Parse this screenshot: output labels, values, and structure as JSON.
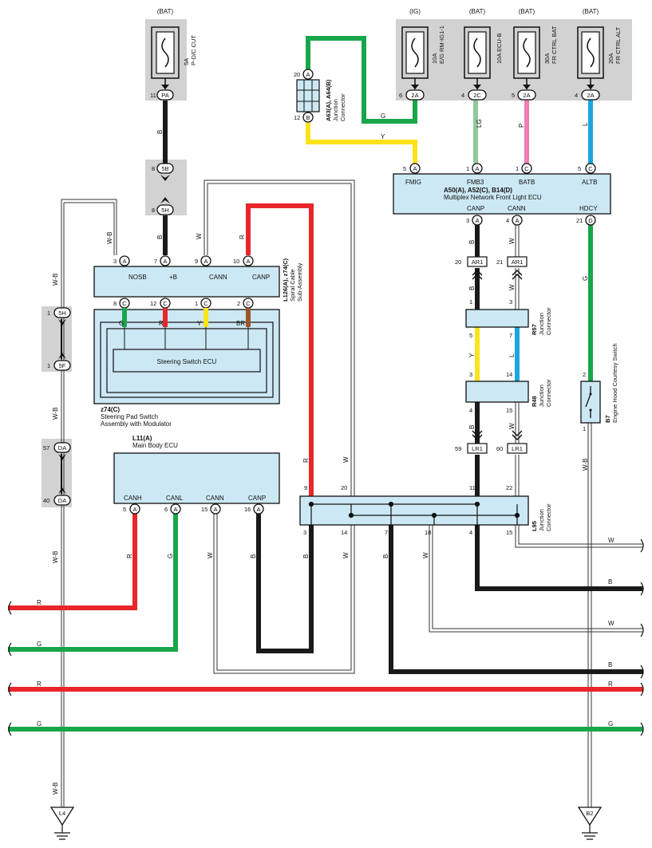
{
  "colors": {
    "black": "#1a1a1a",
    "red": "#e8262b",
    "green": "#19a64b",
    "yellow": "#fce31a",
    "blue": "#1aa6e0",
    "pink": "#f07db4",
    "light_green": "#8fc99c",
    "brown": "#9b5529",
    "white_wire": "#ffffff",
    "box_fill": "#cce8f4",
    "grey_fill": "#d2d2d2"
  },
  "power": {
    "bat_left": "(BAT)",
    "ig": "(IG)",
    "bat2": "(BAT)",
    "bat3": "(BAT)",
    "bat4": "(BAT)"
  },
  "fuses": {
    "pdc": {
      "line1": "5A",
      "line2": "P-D/C CUT"
    },
    "rm": {
      "line1": "10A",
      "line2": "E/G RM-IG1-1"
    },
    "ecub": {
      "line1": "10A ECU-B"
    },
    "bat": {
      "line1": "30A",
      "line2": "FR CTRL BAT"
    },
    "alt": {
      "line1": "20A",
      "line2": "FR CTRL ALT"
    }
  },
  "junction_a63": {
    "line1": "A63(A), A64(B)",
    "line2": "Junction",
    "line3": "Connector"
  },
  "front_light_ecu": {
    "name_bold": "A50(A), A52(C), B14(D)",
    "name": "Multiplex Network Front Light ECU",
    "terminals": [
      "FMIG",
      "FMB3",
      "BATB",
      "ALTB",
      "CANP",
      "CANN",
      "HDCY"
    ]
  },
  "spiral_cable": {
    "line1": "L126(A), z74(C)",
    "line2": "Spiral Cable",
    "line3": "Sub-Assembly"
  },
  "steering_pad": {
    "terminals": [
      "NOSB",
      "+B",
      "CANN",
      "CANP"
    ],
    "ecu_label": "Steering Switch  ECU",
    "name_bold": "z74(C)",
    "name1": "Steering Pad Switch",
    "name2": "Assembly with Modulator"
  },
  "main_body": {
    "name_bold": "L11(A)",
    "name": "Main Body ECU",
    "terminals": [
      "CANH",
      "CANL",
      "CANN",
      "CANP"
    ]
  },
  "r57": {
    "bold": "R57",
    "line1": "Junction",
    "line2": "Connector"
  },
  "r48": {
    "bold": "R48",
    "line1": "Junction",
    "line2": "Connector"
  },
  "l95": {
    "bold": "L95",
    "line1": "Junction",
    "line2": "Connector"
  },
  "b7": {
    "bold": "B7",
    "name": "Engine Hood Courtesy Switch"
  },
  "grounds": {
    "left": "L4",
    "right": "B2"
  },
  "connectors": {
    "pa": "PA",
    "c5b": "5B",
    "c5h": "5H",
    "c5f": "5F",
    "da": "DA",
    "ar1": "AR1",
    "lr1": "LR1",
    "a": "A",
    "b": "B",
    "c": "C",
    "d": "D",
    "c2a": "2A",
    "c2c": "2C"
  },
  "wire_colors": {
    "B": "B",
    "R": "R",
    "G": "G",
    "W": "W",
    "Y": "Y",
    "L": "L",
    "P": "P",
    "LG": "LG",
    "BR": "BR",
    "WB": "W-B"
  },
  "pins": {
    "p11": "11",
    "p8": "8",
    "p3": "3",
    "p7": "7",
    "p9": "9",
    "p10": "10",
    "p12": "12",
    "p1": "1",
    "p2": "2",
    "p20": "20",
    "p4": "4",
    "p5": "5",
    "p6": "6",
    "p21": "21",
    "p14": "14",
    "p15": "15",
    "p16": "16",
    "p18": "18",
    "p22": "22",
    "p57": "57",
    "p40": "40",
    "p59": "59",
    "p60": "60"
  }
}
